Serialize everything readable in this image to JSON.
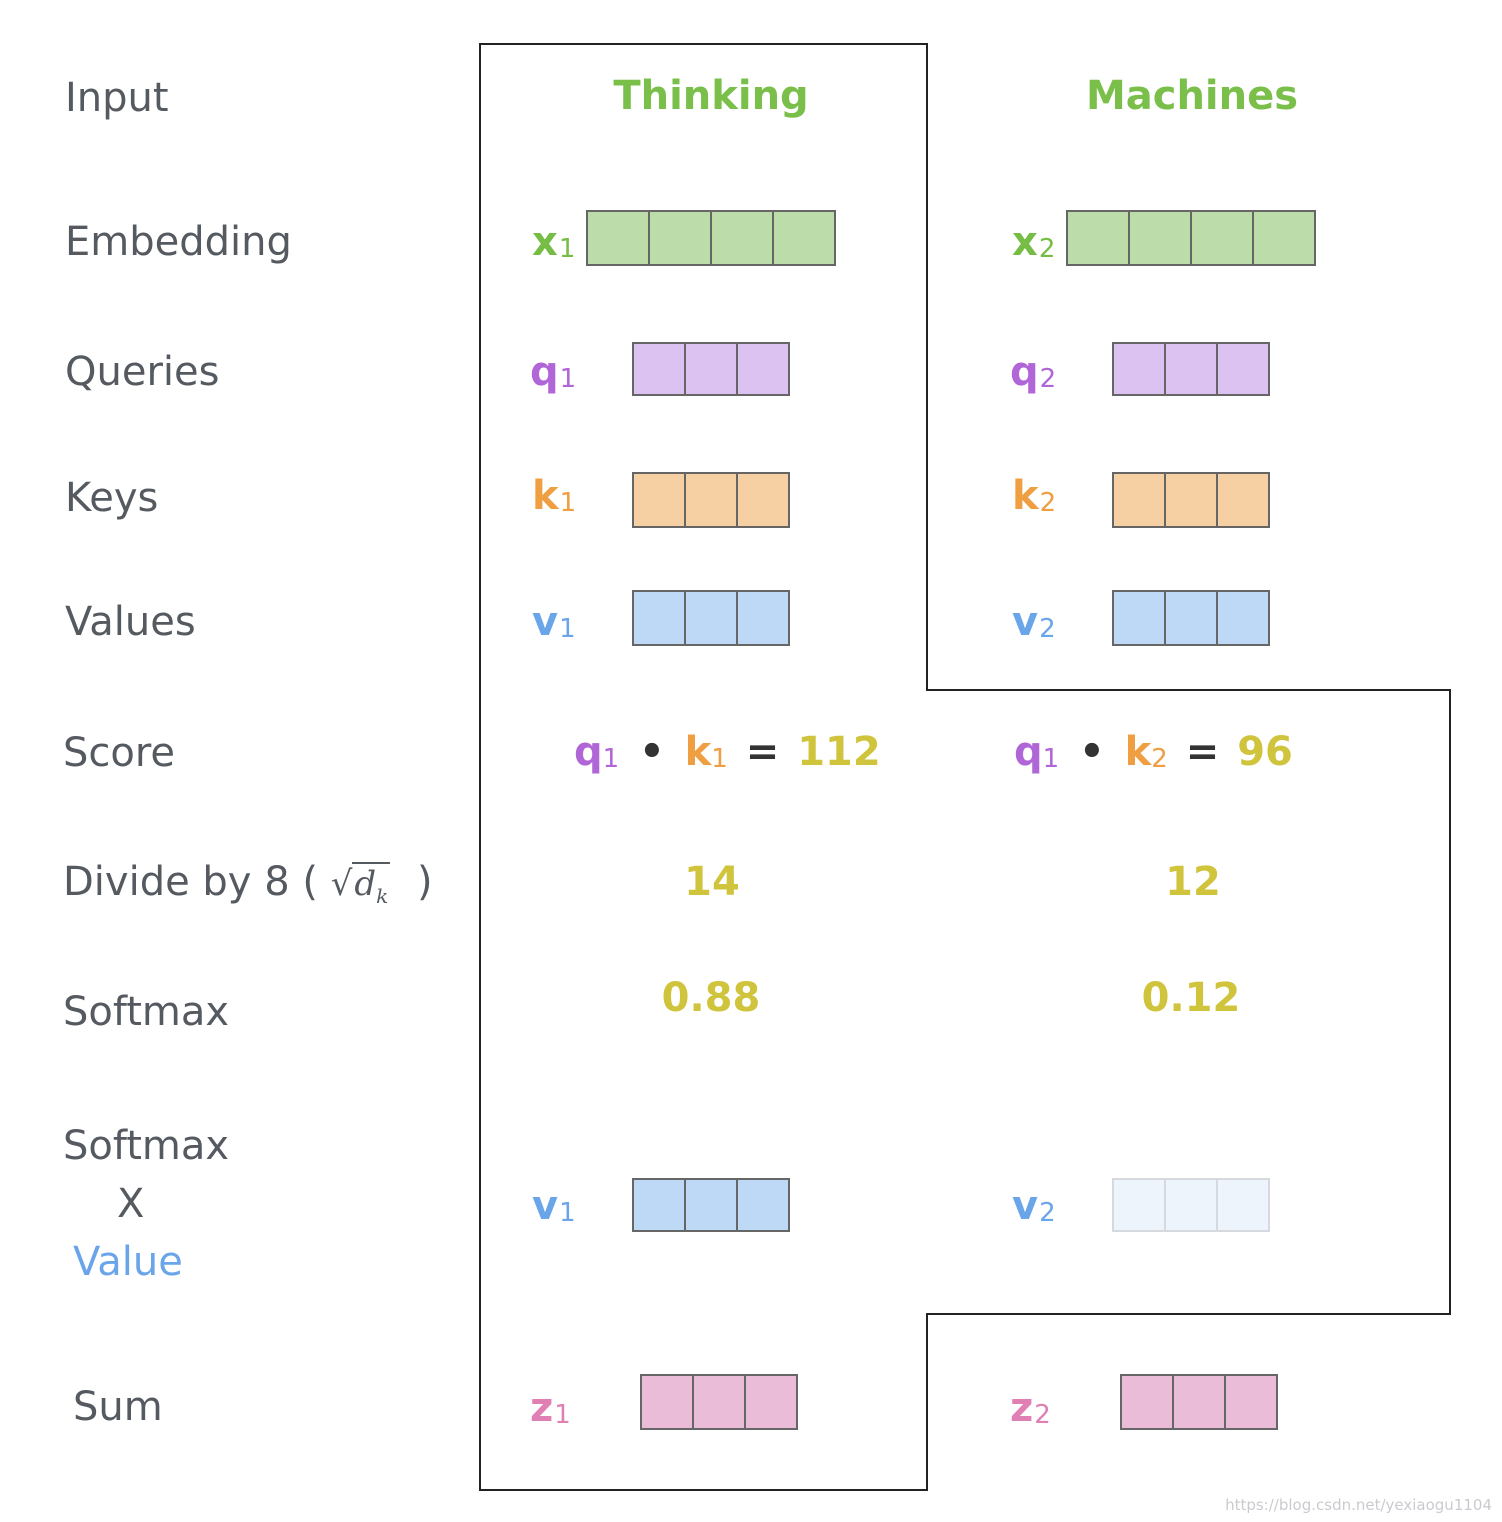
{
  "row_labels": {
    "input": "Input",
    "embedding": "Embedding",
    "queries": "Queries",
    "keys": "Keys",
    "values": "Values",
    "score": "Score",
    "divide_prefix": "Divide by 8 (",
    "divide_sqrt_var": "d",
    "divide_sqrt_sub": "k",
    "divide_suffix": ")",
    "softmax": "Softmax",
    "softmax_x_value_1": "Softmax",
    "softmax_x_value_2": "X",
    "softmax_x_value_3": "Value",
    "sum": "Sum"
  },
  "words": [
    "Thinking",
    "Machines"
  ],
  "col1": {
    "x": "x",
    "x_sub": "1",
    "q": "q",
    "q_sub": "1",
    "k": "k",
    "k_sub": "1",
    "v": "v",
    "v_sub": "1",
    "score": {
      "q": "q",
      "q_sub": "1",
      "dot": "•",
      "k": "k",
      "k_sub": "1",
      "eq": "=",
      "value": "112"
    },
    "divided": "14",
    "softmax": "0.88",
    "v2": "v",
    "v2_sub": "1",
    "z": "z",
    "z_sub": "1"
  },
  "col2": {
    "x": "x",
    "x_sub": "2",
    "q": "q",
    "q_sub": "2",
    "k": "k",
    "k_sub": "2",
    "v": "v",
    "v_sub": "2",
    "score": {
      "q": "q",
      "q_sub": "1",
      "dot": "•",
      "k": "k",
      "k_sub": "2",
      "eq": "=",
      "value": "96"
    },
    "divided": "12",
    "softmax": "0.12",
    "v2": "v",
    "v2_sub": "2",
    "z": "z",
    "z_sub": "2"
  },
  "colors": {
    "embedding": "#bcdcaa",
    "query": "#dbc2f0",
    "key": "#f6d0a2",
    "value": "#bdd9f6",
    "value_faded": "#eef4fb",
    "sum": "#ebbcd8",
    "word": "#7abf4a",
    "number": "#cfc43c"
  },
  "watermark": "https://blog.csdn.net/yexiaogu1104"
}
